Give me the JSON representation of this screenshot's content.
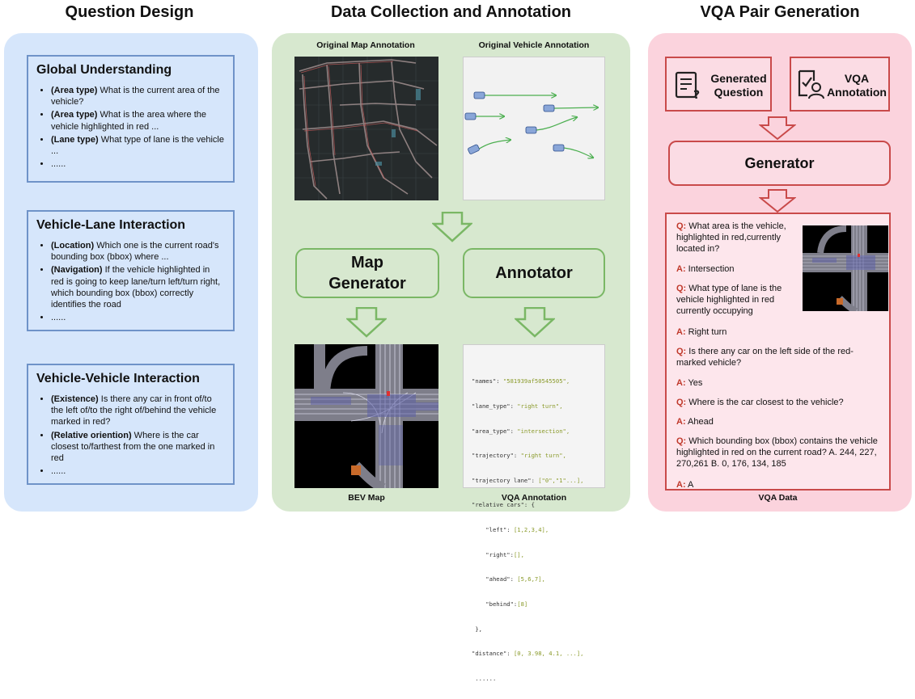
{
  "columns": {
    "question_design": "Question Design",
    "data_collection": "Data Collection and Annotation",
    "vqa_generation": "VQA Pair Generation"
  },
  "cards": [
    {
      "title": "Global Understanding",
      "items": [
        {
          "tag": "(Area type)",
          "text": " What is the current area of the vehicle?"
        },
        {
          "tag": "(Area type)",
          "text": " What is the area where the vehicle highlighted in red ..."
        },
        {
          "tag": "(Lane type)",
          "text": " What type of lane is the vehicle ..."
        },
        {
          "tag": "",
          "text": "......"
        }
      ]
    },
    {
      "title": "Vehicle-Lane Interaction",
      "items": [
        {
          "tag": "(Location)",
          "text": " Which one is the current road's bounding box (bbox) where ..."
        },
        {
          "tag": "(Navigation)",
          "text": " If the vehicle highlighted in red is going to keep lane/turn left/turn right, which bounding box (bbox) correctly identifies the road"
        },
        {
          "tag": "",
          "text": "......"
        }
      ]
    },
    {
      "title": "Vehicle-Vehicle Interaction",
      "items": [
        {
          "tag": "(Existence)",
          "text": " Is there any car in front of/to the left of/to the right of/behind the vehicle marked in red?"
        },
        {
          "tag": "(Relative oriention)",
          "text": " Where is the car closest to/farthest from the one marked in red"
        },
        {
          "tag": "",
          "text": "......"
        }
      ]
    }
  ],
  "middle": {
    "map_label": "Original Map Annotation",
    "vehicle_label": "Original Vehicle Annotation",
    "map_generator": "Map Generator",
    "annotator": "Annotator",
    "bev_label": "BEV Map",
    "vqa_annotation_label": "VQA Annotation",
    "code_lines": [
      {
        "k": "\"names\": ",
        "v": "\"581939af50545505\","
      },
      {
        "k": "\"lane_type\": ",
        "v": "\"right turn\","
      },
      {
        "k": "\"area_type\": ",
        "v": "\"intersection\","
      },
      {
        "k": "\"trajectory\": ",
        "v": "\"right turn\","
      },
      {
        "k": "\"trajectory lane\": ",
        "v": "[\"0\",\"1\"...],"
      },
      {
        "k": "\"relative cars\": {",
        "v": ""
      },
      {
        "k": "    \"left\": ",
        "v": "[1,2,3,4],"
      },
      {
        "k": "    \"right\":",
        "v": "[],"
      },
      {
        "k": "    \"ahead\": ",
        "v": "[5,6,7],"
      },
      {
        "k": "    \"behind\":",
        "v": "[8]"
      },
      {
        "k": " },",
        "v": ""
      },
      {
        "k": "\"distance\": ",
        "v": "[0, 3.98, 4.1, ...],"
      },
      {
        "k": " ......",
        "v": ""
      }
    ]
  },
  "right": {
    "generated_question": "Generated Question",
    "vqa_annotation": "VQA Annotation",
    "generator": "Generator",
    "vqa_data_label": "VQA Data",
    "qa": [
      {
        "p": "Q:",
        "t": " What area is the vehicle, highlighted in red,currently located in?"
      },
      {
        "p": "A:",
        "t": " Intersection"
      },
      {
        "p": "Q:",
        "t": " What type of lane is the vehicle highlighted in red currently occupying"
      },
      {
        "p": "A:",
        "t": " Right turn"
      },
      {
        "p": "Q:",
        "t": " Is there any car on the left side of the red-marked vehicle?"
      },
      {
        "p": "A:",
        "t": " Yes"
      },
      {
        "p": "Q:",
        "t": " Where is the car closest to the vehicle?"
      },
      {
        "p": "A:",
        "t": " Ahead"
      },
      {
        "p": "Q:",
        "t": " Which bounding box (bbox) contains the vehicle highlighted in red on the current road? A. 244, 227, 270,261 B. 0, 176, 134, 185"
      },
      {
        "p": "A:",
        "t": " A"
      }
    ]
  },
  "colors": {
    "left_panel": "#d6e6fb",
    "middle_panel": "#d7e8cf",
    "right_panel": "#fbd3dd",
    "green_accent": "#7ab765",
    "red_accent": "#c94a4a",
    "blue_border": "#6f93c8"
  }
}
